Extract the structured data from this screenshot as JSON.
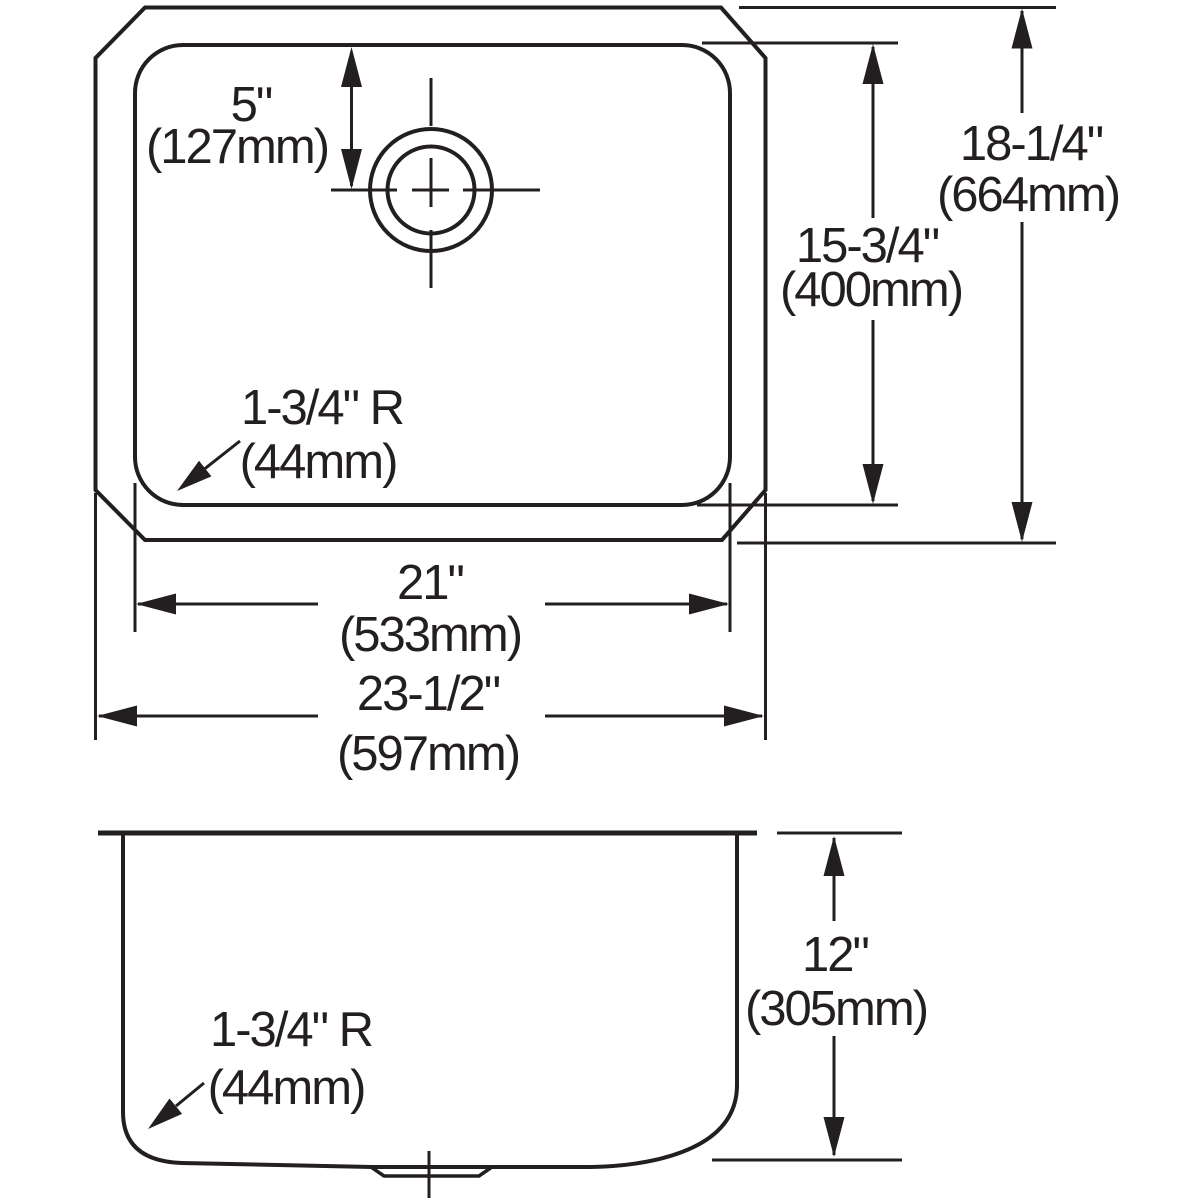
{
  "drawing": {
    "type": "sink-spec-dimension-drawing",
    "line_color": "#231f20",
    "background": "#ffffff"
  },
  "plan_view": {
    "faucet_hole_offset": {
      "in": "5\"",
      "mm": "(127mm)"
    },
    "bowl_corner_radius": {
      "in": "1-3/4\" R",
      "mm": "(44mm)"
    },
    "bowl_front_to_back": {
      "in": "15-3/4\"",
      "mm": "(400mm)"
    },
    "overall_front_to_back": {
      "in": "18-1/4\"",
      "mm": "(664mm)"
    },
    "bowl_left_to_right": {
      "in": "21\"",
      "mm": "(533mm)"
    },
    "overall_left_to_right": {
      "in": "23-1/2\"",
      "mm": "(597mm)"
    }
  },
  "section_view": {
    "bowl_corner_radius": {
      "in": "1-3/4\" R",
      "mm": "(44mm)"
    },
    "bowl_depth": {
      "in": "12\"",
      "mm": "(305mm)"
    }
  }
}
